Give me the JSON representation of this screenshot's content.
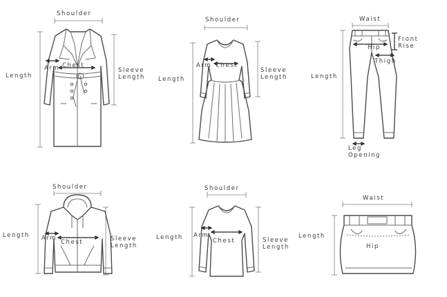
{
  "diagrams": {
    "coat": {
      "shoulder": "Shoulder",
      "length": "Length",
      "arm": "Arm",
      "chest": "Chest",
      "sleeve_line1": "Sleeve",
      "sleeve_line2": "Length"
    },
    "dress": {
      "shoulder": "Shoulder",
      "length": "Length",
      "arm": "Arm",
      "chest": "Chest",
      "sleeve_line1": "Sleeve",
      "sleeve_line2": "Length"
    },
    "pants": {
      "waist": "Waist",
      "front_rise_line1": "Front",
      "front_rise_line2": "Rise",
      "hip": "Hip",
      "thigh": "Thigh",
      "length": "Length",
      "leg_opening_line1": "Leg",
      "leg_opening_line2": "Opening"
    },
    "hoodie": {
      "shoulder": "Shoulder",
      "length": "Length",
      "arm": "Arm",
      "chest": "Chest",
      "sleeve_line1": "Sleeve",
      "sleeve_line2": "Length"
    },
    "tshirt": {
      "shoulder": "Shoulder",
      "length": "Length",
      "arm": "Arm",
      "chest": "Chest",
      "sleeve_line1": "Sleeve",
      "sleeve_line2": "Length"
    },
    "skirt": {
      "waist": "Waist",
      "length": "Length",
      "hip": "Hip"
    }
  }
}
